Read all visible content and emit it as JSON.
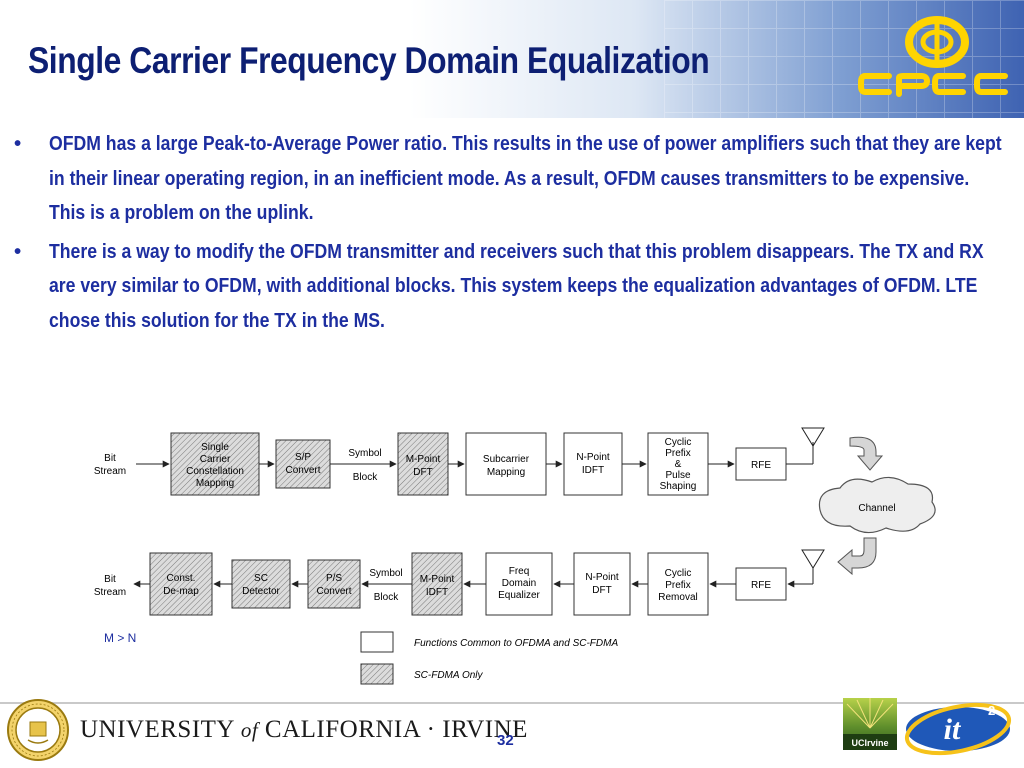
{
  "slide": {
    "title": "Single Carrier Frequency Domain Equalization",
    "bullets": [
      "OFDM has a large Peak-to-Average Power ratio. This results in the use of power amplifiers such that they are kept in their linear operating region, in an inefficient mode. As a result, OFDM causes transmitters to be expensive. This is a problem on the uplink.",
      "There is a way to modify the OFDM transmitter and receivers such that this problem disappears. The TX and RX are very similar to OFDM, with additional blocks. This system keeps the equalization advantages of OFDM. LTE chose this solution for the TX in the MS."
    ],
    "bullet_symbol": "•",
    "page_number": "32"
  },
  "diagram": {
    "tx": {
      "input_label": [
        "Bit",
        "Stream"
      ],
      "blocks": [
        {
          "label": [
            "Single",
            "Carrier",
            "Constellation",
            "Mapping"
          ],
          "scfdma_only": true
        },
        {
          "label": [
            "S/P",
            "Convert"
          ],
          "scfdma_only": true
        },
        {
          "label": [
            "M-Point",
            "DFT"
          ],
          "scfdma_only": true
        },
        {
          "label": [
            "Subcarrier",
            "Mapping"
          ],
          "scfdma_only": false
        },
        {
          "label": [
            "N-Point",
            "IDFT"
          ],
          "scfdma_only": false
        },
        {
          "label": [
            "Cyclic",
            "Prefix",
            "&",
            "Pulse",
            "Shaping"
          ],
          "scfdma_only": false
        },
        {
          "label": [
            "RFE"
          ],
          "scfdma_only": false
        }
      ],
      "link_label": [
        "Symbol",
        "Block"
      ]
    },
    "rx": {
      "output_label": [
        "Bit",
        "Stream"
      ],
      "blocks": [
        {
          "label": [
            "Const.",
            "De-map"
          ],
          "scfdma_only": true
        },
        {
          "label": [
            "SC",
            "Detector"
          ],
          "scfdma_only": true
        },
        {
          "label": [
            "P/S",
            "Convert"
          ],
          "scfdma_only": true
        },
        {
          "label": [
            "M-Point",
            "IDFT"
          ],
          "scfdma_only": true
        },
        {
          "label": [
            "Freq",
            "Domain",
            "Equalizer"
          ],
          "scfdma_only": false
        },
        {
          "label": [
            "N-Point",
            "DFT"
          ],
          "scfdma_only": false
        },
        {
          "label": [
            "Cyclic",
            "Prefix",
            "Removal"
          ],
          "scfdma_only": false
        },
        {
          "label": [
            "RFE"
          ],
          "scfdma_only": false
        }
      ],
      "link_label": [
        "Symbol",
        "Block"
      ]
    },
    "channel_label": "Channel",
    "note": "M > N",
    "legend": {
      "common": "Functions Common to OFDMA and SC-FDMA",
      "scfdma": "SC-FDMA Only"
    }
  },
  "footer": {
    "university_parts": [
      "UNIVERSITY ",
      "of",
      " CALIFORNIA · IRVINE"
    ],
    "uci_logo_text": "UCIrvine",
    "it2_logo_text": "it",
    "it2_logo_sup": "2"
  },
  "colors": {
    "title": "#0d1f73",
    "text": "#1d2ea0",
    "note": "#1d2ea0",
    "cpcc_logo": "#ffd400",
    "hatch_fill": "#d9d9d9"
  }
}
